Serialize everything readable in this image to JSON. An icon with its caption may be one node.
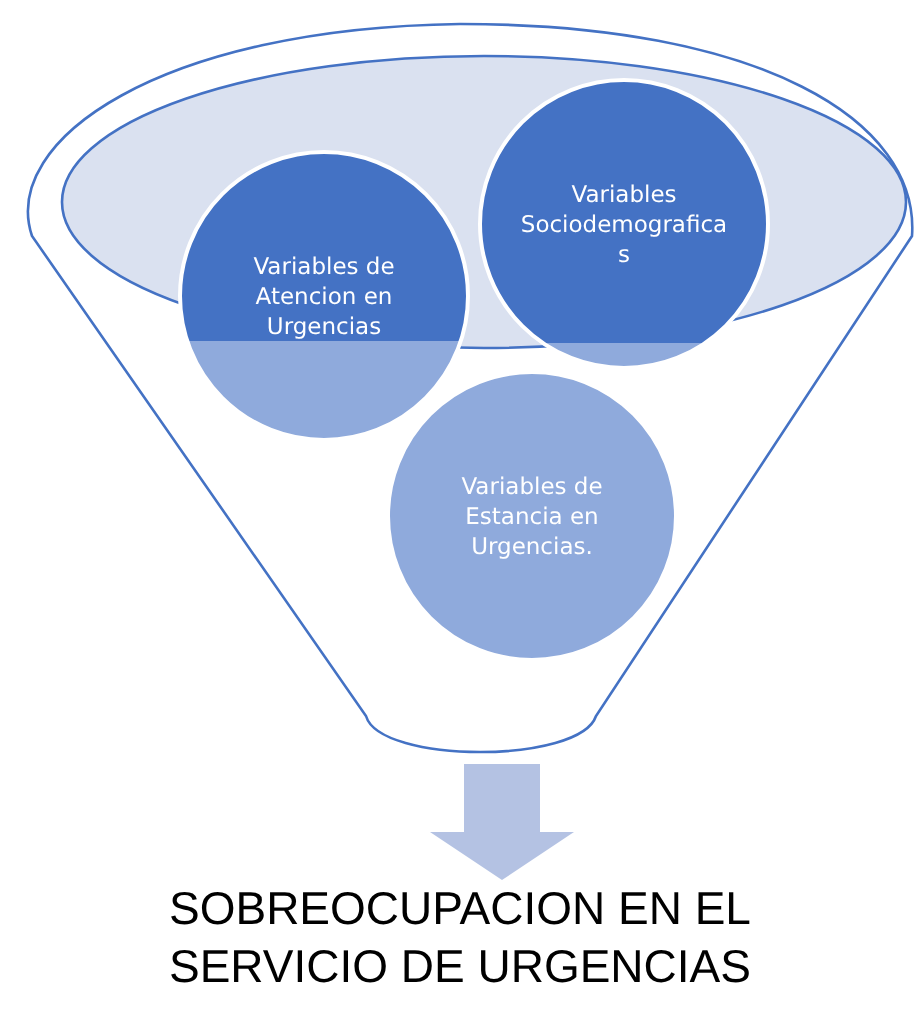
{
  "diagram": {
    "nodes": [
      {
        "text": [],
        "shape": "funnel"
      },
      {
        "text": [
          "Variables de Atencion en Urgencias"
        ],
        "in": 0
      },
      {
        "text": [
          "Variables Sociodemograficas"
        ],
        "in": 0
      },
      {
        "text": [
          "Variables de Estancia en Urgencias."
        ],
        "in": 0
      },
      {
        "text": [
          "SOBREOCUPACION EN EL SERVICIO DE URGENCIAS"
        ]
      }
    ],
    "edges": [
      {
        "from": 0,
        "to": 4,
        "arrow": "to"
      }
    ]
  }
}
